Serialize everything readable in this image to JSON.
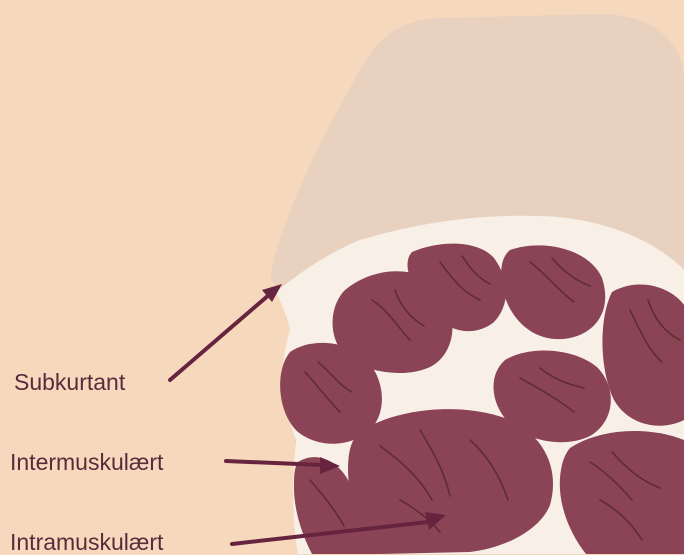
{
  "labels": {
    "subcutaneous": "Subkurtant",
    "intermuscular": "Intermuskulært",
    "intramuscular": "Intramuskulært"
  },
  "colors": {
    "background": "#f6d8bd",
    "subcutaneous_fat": "#e8d2bf",
    "intermuscular_fat": "#f8efe7",
    "muscle": "#8a4456",
    "marbling_lines": "#5e2e2c",
    "arrow": "#66243f",
    "label_text": "#5a2a3c"
  }
}
